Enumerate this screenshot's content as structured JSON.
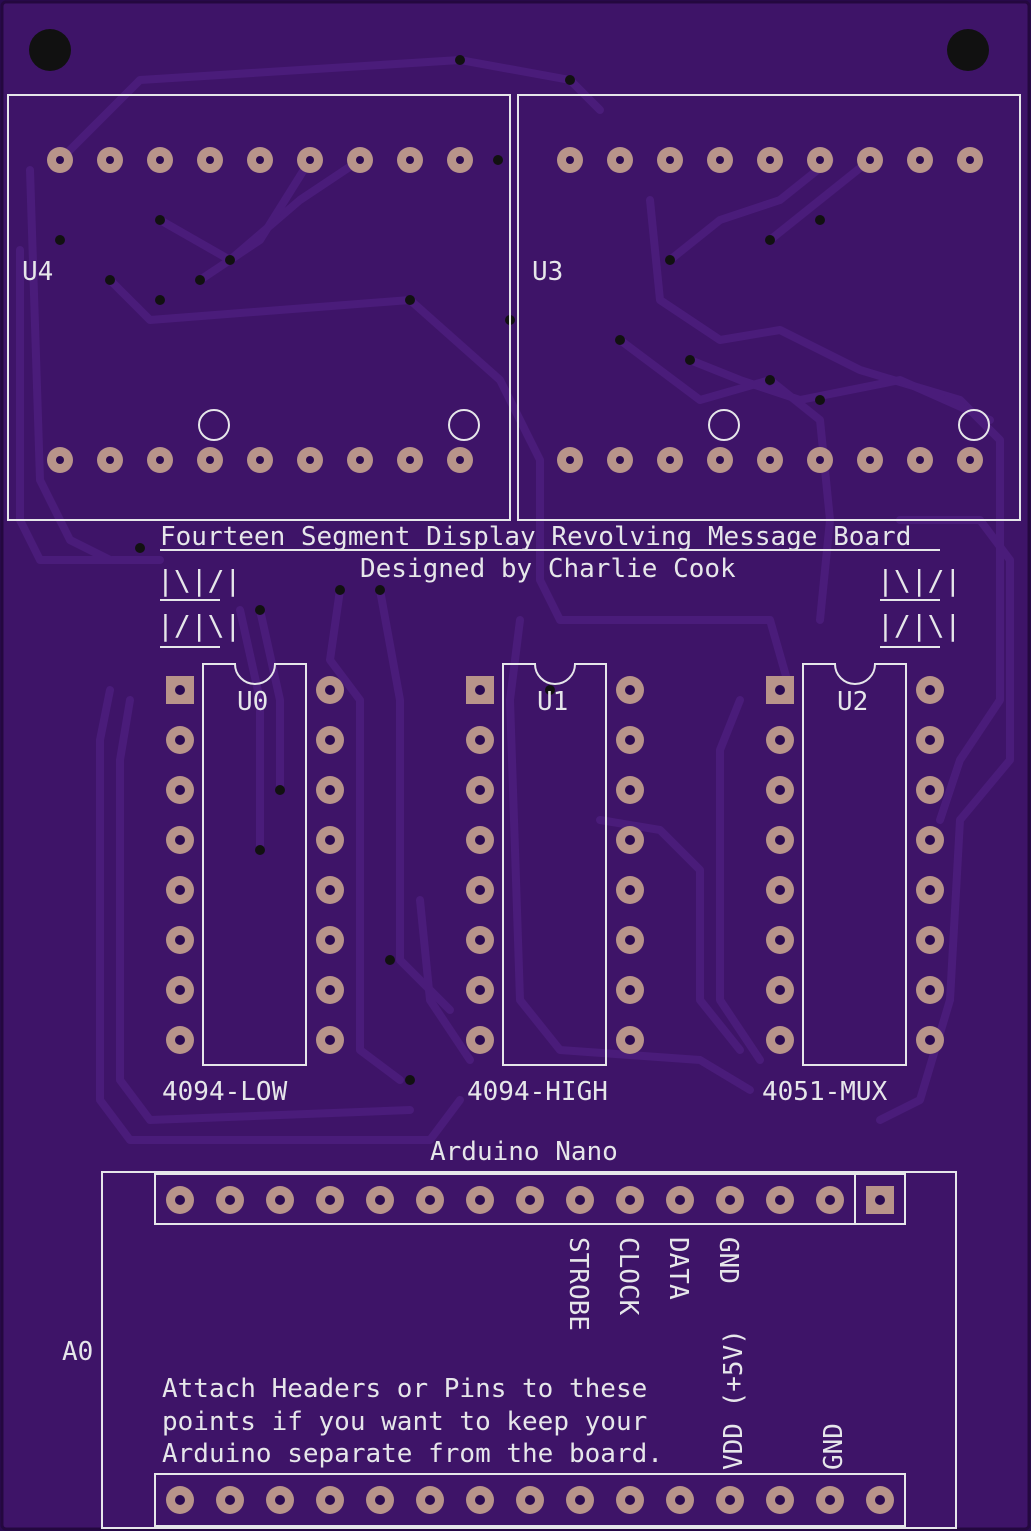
{
  "title": "Fourteen Segment Display Revolving Message Board",
  "subtitle": "Designed by Charlie Cook",
  "segment_art": [
    "|\\|/|",
    "|/|\\|"
  ],
  "displays": [
    {
      "ref": "U4"
    },
    {
      "ref": "U3"
    }
  ],
  "chips": [
    {
      "ref": "U0",
      "value": "4094-LOW"
    },
    {
      "ref": "U1",
      "value": "4094-HIGH"
    },
    {
      "ref": "U2",
      "value": "4051-MUX"
    }
  ],
  "arduino": {
    "title": "Arduino Nano",
    "ref": "A0",
    "pin_labels": {
      "strobe": "STROBE",
      "clock": "CLOCK",
      "data": "DATA",
      "gnd_top": "GND",
      "vdd": "VDD (+5V)",
      "gnd_bottom": "GND"
    },
    "note_lines": [
      "Attach Headers or Pins to these",
      "points if you want to keep your",
      "Arduino separate from the board."
    ]
  },
  "colors": {
    "board": "#3e1468",
    "board_edge": "#2a0a52",
    "trace": "#4a1c7a",
    "silk": "#e6e6ea",
    "pad": "#b8948a",
    "hole": "#111111"
  }
}
